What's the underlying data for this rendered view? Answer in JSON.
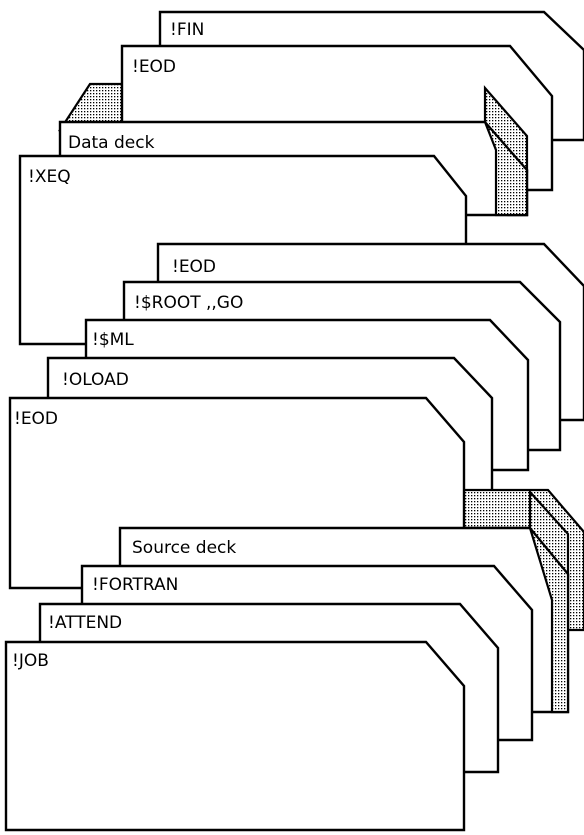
{
  "diagram": {
    "cards": {
      "fin": "!FIN",
      "eod_top": "!EOD",
      "data_deck": "Data deck",
      "xeq": "!XEQ",
      "eod_mid": "!EOD",
      "root_go": "!$ROOT  ,,GO",
      "sml": "!$ML",
      "oload": "!OLOAD",
      "eod_low": "!EOD",
      "source_deck": "Source deck",
      "fortran": "!FORTRAN",
      "attend": "!ATTEND",
      "job": "!JOB"
    },
    "pattern_color": "#000000",
    "background": "#ffffff"
  }
}
